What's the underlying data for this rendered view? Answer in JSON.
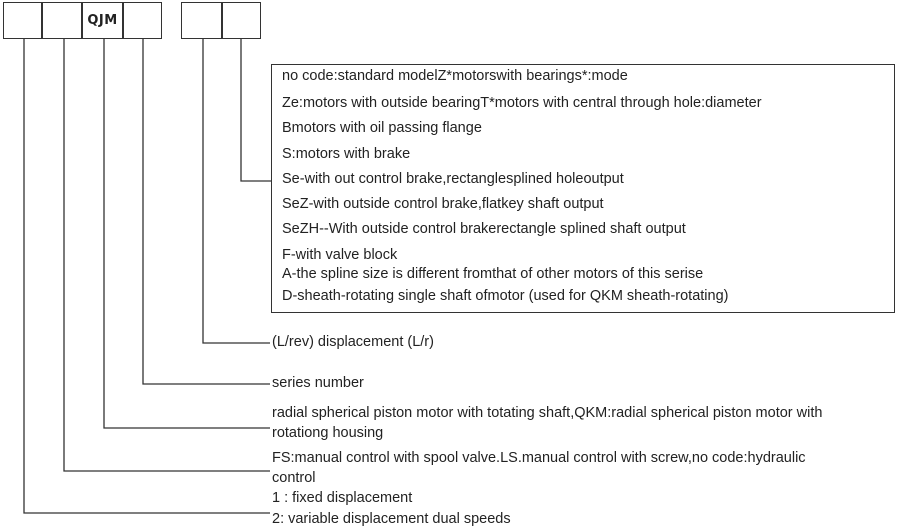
{
  "code_boxes": [
    "",
    "",
    "QJM",
    "",
    "",
    ""
  ],
  "options_box": {
    "lines": [
      "no code:standard modelZ*motorswith bearings*:mode",
      "Ze:motors with outside bearingT*motors with central through hole:diameter",
      "Bmotors with oil passing flange",
      "S:motors with brake",
      "Se-with out control brake,rectanglesplined holeoutput",
      "SeZ-with outside control brake,flatkey shaft output",
      "SeZH--With outside control brakerectangle splined shaft output",
      "F-with valve block",
      "A-the spline size is different fromthat of other motors of this serise",
      "D-sheath-rotating single shaft ofmotor (used for QKM sheath-rotating)"
    ]
  },
  "labels": {
    "displacement": "(L/rev) displacement (L/r)",
    "series": "series number",
    "shaft": "radial spherical piston motor with totating shaft,QKM:radial spherical piston motor with rotationg housing",
    "control": "FS:manual control with spool valve.LS.manual control with screw,no code:hydraulic control",
    "fixed": "1 : fixed displacement",
    "variable": "2: variable displacement dual speeds"
  }
}
